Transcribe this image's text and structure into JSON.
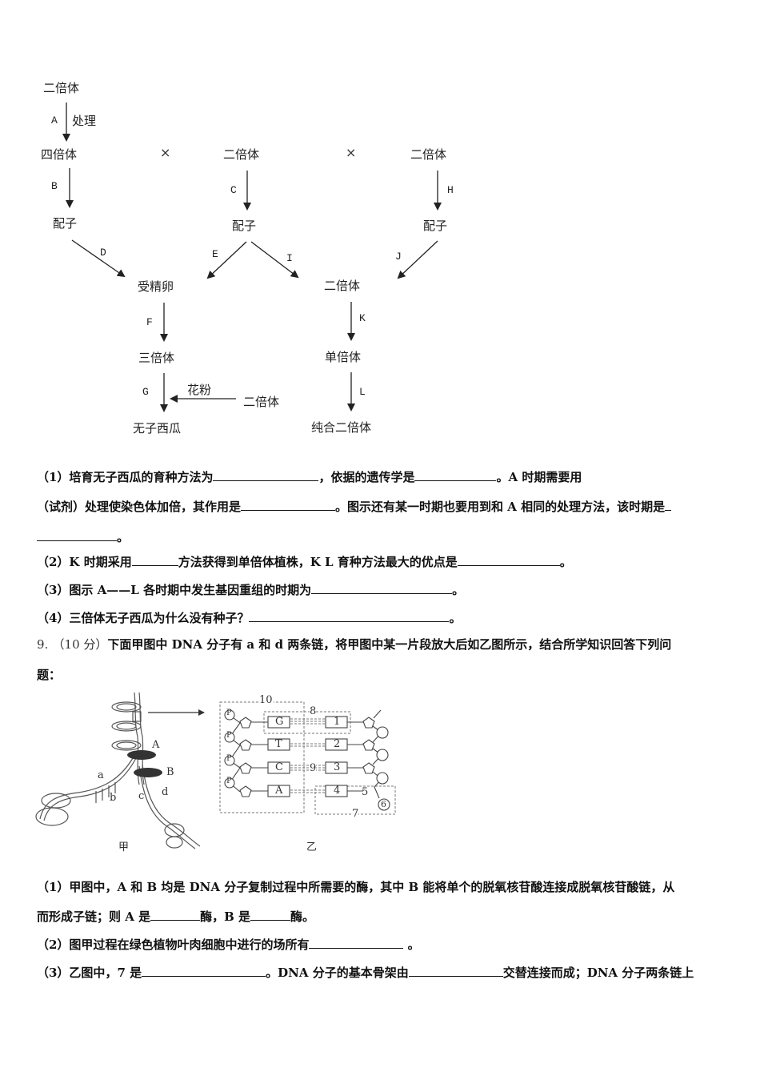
{
  "diagram1": {
    "nodes": {
      "top_diploid": "二倍体",
      "tetraploid": "四倍体",
      "diploid_mid": "二倍体",
      "diploid_right": "二倍体",
      "gamete_left": "配子",
      "gamete_mid": "配子",
      "gamete_right": "配子",
      "fertilized_egg": "受精卵",
      "diploid_center": "二倍体",
      "triploid": "三倍体",
      "haploid": "单倍体",
      "seedless_watermelon": "无子西瓜",
      "pure_diploid": "纯合二倍体",
      "pollen_diploid": "二倍体",
      "pollen_label": "花粉",
      "treatment_label": "处理"
    },
    "cross_symbol": "×",
    "step_labels": [
      "A",
      "B",
      "C",
      "D",
      "E",
      "F",
      "G",
      "H",
      "I",
      "J",
      "K",
      "L"
    ]
  },
  "q8": {
    "sub1_line1_a": "（1）培育无子西瓜的育种方法为",
    "sub1_line1_b": "，依据的遗传学是",
    "sub1_line1_c": "。A 时期需要用",
    "sub1_line2_a": "（试剂）处理使染色体加倍，其作用是",
    "sub1_line2_b": "。图示还有某一时期也要用到和 A 相同的处理方法，该时期是",
    "sub1_line3_end": "。",
    "sub2_a": "（2）K 时期采用",
    "sub2_b": "方法获得到单倍体植株，K L 育种方法最大的优点是",
    "sub2_c": "。",
    "sub3_a": "（3）图示 A——L 各时期中发生基因重组的时期为",
    "sub3_b": "。",
    "sub4_a": "（4）三倍体无子西瓜为什么没有种子？",
    "sub4_b": "。"
  },
  "q9": {
    "number": "9.",
    "score": "（10 分）",
    "stem_line1": "下面甲图中 DNA 分子有 a 和 d 两条链，将甲图中某一片段放大后如乙图所示，结合所学知识回答下列问",
    "stem_line2": "题：",
    "figure_jia": {
      "caption": "甲",
      "labels": [
        "A",
        "B",
        "a",
        "b",
        "c",
        "d"
      ]
    },
    "figure_yi": {
      "caption": "乙",
      "phosphate": "P",
      "left_bases": [
        "G",
        "T",
        "C",
        "A"
      ],
      "right_numbers": [
        "1",
        "2",
        "3",
        "4"
      ],
      "labels": [
        "5",
        "6",
        "7",
        "8",
        "9",
        "10"
      ]
    },
    "sub1_line1": "（1）甲图中，A 和 B 均是 DNA 分子复制过程中所需要的酶，其中 B 能将单个的脱氧核苷酸连接成脱氧核苷酸链，从",
    "sub1_line2_a": "而形成子链；则 A 是",
    "sub1_line2_b": "酶，B 是",
    "sub1_line2_c": "酶。",
    "sub2_a": "（2）图甲过程在绿色植物叶肉细胞中进行的场所有",
    "sub2_b": " 。",
    "sub3_a": "（3）乙图中，7 是",
    "sub3_b": "。DNA 分子的基本骨架由",
    "sub3_c": "交替连接而成；DNA 分子两条链上"
  }
}
